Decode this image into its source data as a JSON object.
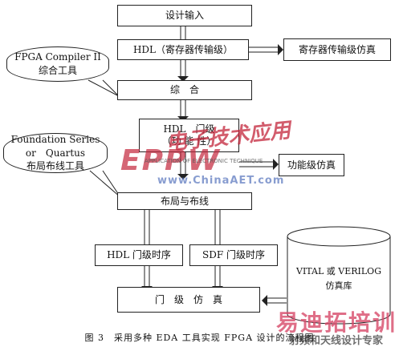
{
  "nodes": {
    "design_input": "设计输入",
    "hdl_rtl": "HDL（寄存器传输级）",
    "rtl_sim": "寄存器传输级仿真",
    "synthesis": "综　合",
    "hdl_gate_func_line1": "HDL　门级",
    "hdl_gate_func_line2": "（功 能 性）",
    "func_sim": "功能级仿真",
    "place_route": "布局与布线",
    "hdl_gate_timing": "HDL 门级时序",
    "sdf_gate_timing": "SDF 门级时序",
    "gate_sim": "门　级　仿　真"
  },
  "tools": {
    "compiler_line1": "FPGA Compiler II",
    "compiler_line2": "综合工具",
    "foundation_line1": "Foundation Series",
    "foundation_line2": "or　Quartus",
    "foundation_line3": "布局布线工具"
  },
  "library": {
    "line1": "VITAL 或 VERILOG",
    "line2": "仿真库"
  },
  "watermark": {
    "main": "EPPW",
    "sub": "APPLICATION OF ELECTRONIC TECHNIQUE",
    "site": "www.ChinaAET.com",
    "cn": "电子技术应用",
    "corner": "易迪拓培训",
    "corner_sub": "射频和天线设计专家"
  },
  "caption": "图 3　采用多种 EDA 工具实现 FPGA 设计的流程图"
}
